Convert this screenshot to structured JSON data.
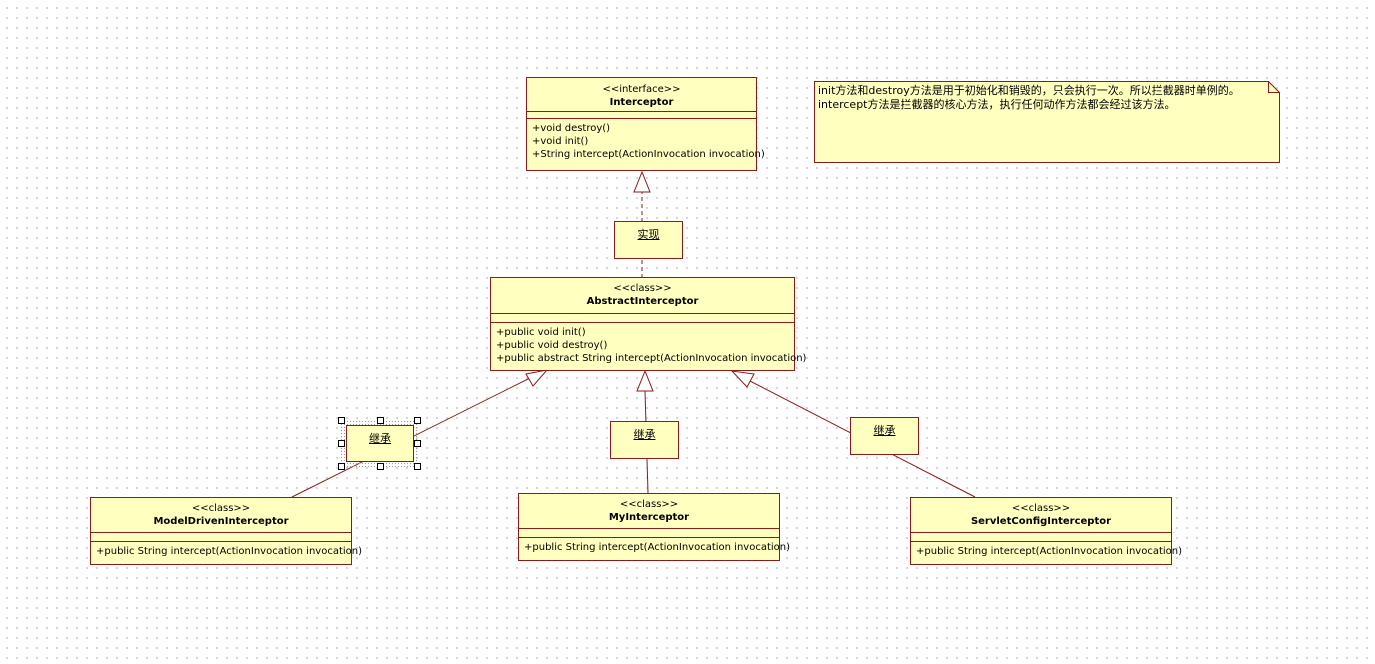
{
  "interface": {
    "stereotype": "<<interface>>",
    "name": "Interceptor",
    "operations": [
      "+void destroy()",
      "+void init()",
      "+String intercept(ActionInvocation invocation)"
    ]
  },
  "abstract_class": {
    "stereotype": "<<class>>",
    "name": "AbstractInterceptor",
    "operations": [
      "+public void init()",
      "+public void destroy()",
      "+public abstract String intercept(ActionInvocation invocation)"
    ]
  },
  "subclasses": [
    {
      "stereotype": "<<class>>",
      "name": "ModelDrivenInterceptor",
      "operations": [
        "+public String intercept(ActionInvocation invocation)"
      ]
    },
    {
      "stereotype": "<<class>>",
      "name": "MyInterceptor",
      "operations": [
        "+public String intercept(ActionInvocation invocation)"
      ]
    },
    {
      "stereotype": "<<class>>",
      "name": "ServletConfigInterceptor",
      "operations": [
        "+public String intercept(ActionInvocation invocation)"
      ]
    }
  ],
  "labels": {
    "realization": "实现",
    "inherit_left": "继承",
    "inherit_middle": "继承",
    "inherit_right": "继承"
  },
  "note": {
    "lines": [
      "init方法和destroy方法是用于初始化和销毁的，只会执行一次。所以拦截器时单例的。",
      "intercept方法是拦截器的核心方法，执行任何动作方法都会经过该方法。"
    ]
  },
  "colors": {
    "box_fill": "#ffffc0",
    "border": "#8b1a1a",
    "line": "#8b1a1a"
  }
}
